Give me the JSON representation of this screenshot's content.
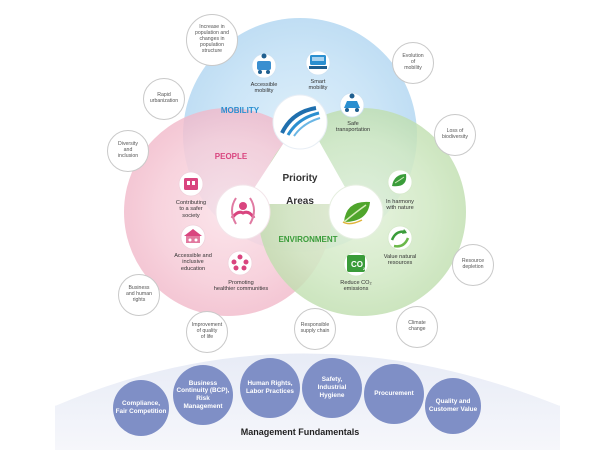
{
  "center": {
    "title_line1": "Priority",
    "title_line2": "Areas"
  },
  "areas": {
    "mobility": {
      "title": "MOBILITY",
      "color": "#2a8fd0"
    },
    "people": {
      "title": "PEOPLE",
      "color": "#d9457f"
    },
    "environment": {
      "title": "ENVIRONMENT",
      "color": "#3a9c3a"
    }
  },
  "items": {
    "accessible_mobility": "Accessible\nmobility",
    "smart_mobility": "Smart\nmobility",
    "safe_transportation": "Safe\ntransportation",
    "safer_society": "Contributing\nto a safer\nsociety",
    "education": "Accessible and\ninclusive\neducation",
    "communities": "Promoting\nhealthier communities",
    "harmony_nature": "In harmony\nwith nature",
    "natural_resources": "Value natural\nresources",
    "co2": "Reduce CO₂\nemissions",
    "co2_icon_text": "CO",
    "co2_icon_sub": "2"
  },
  "issues": [
    {
      "id": "population",
      "label": "Increase in\npopulation and\nchanges in\npopulation\nstructure"
    },
    {
      "id": "urbanization",
      "label": "Rapid\nurbanization"
    },
    {
      "id": "mobility-evolution",
      "label": "Evolution\nof\nmobility"
    },
    {
      "id": "diversity",
      "label": "Diversity\nand\ninclusion"
    },
    {
      "id": "biodiversity",
      "label": "Loss of\nbiodiversity"
    },
    {
      "id": "resource-depletion",
      "label": "Resource\ndepletion"
    },
    {
      "id": "human-rights",
      "label": "Business\nand human\nrights"
    },
    {
      "id": "climate",
      "label": "Climate\nchange"
    },
    {
      "id": "quality-of-life",
      "label": "Improvement\nof quality\nof life"
    },
    {
      "id": "supply-chain",
      "label": "Responsible\nsupply chain"
    }
  ],
  "fundamentals": {
    "title": "Management Fundamentals",
    "items": [
      "Compliance,\nFair Competition",
      "Business\nContinuity (BCP),\nRisk\nManagement",
      "Human Rights,\nLabor Practices",
      "Safety,\nIndustrial\nHygiene",
      "Procurement",
      "Quality and\nCustomer Value"
    ]
  }
}
